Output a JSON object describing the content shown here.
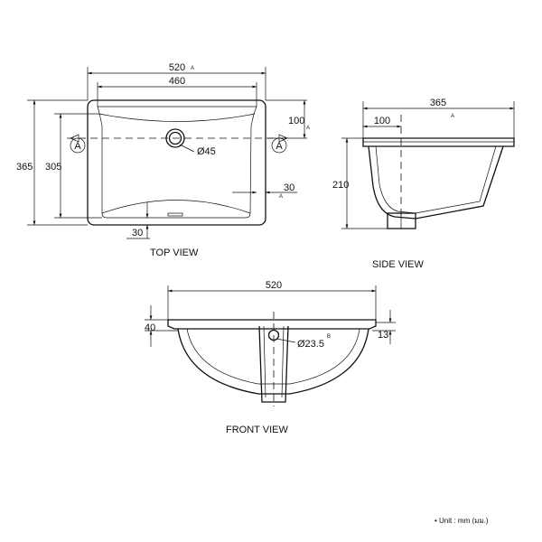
{
  "top_view": {
    "label": "TOP VIEW",
    "dim_width_outer": "520",
    "dim_width_outer_mark": "A",
    "dim_width_inner": "460",
    "dim_depth_outer": "365",
    "dim_depth_inner": "305",
    "dim_hole_offset": "100",
    "dim_hole_offset_mark": "A",
    "dim_drain_diameter": "Ø45",
    "dim_right_rim": "30",
    "dim_right_rim_mark": "A",
    "dim_bottom_rim": "30",
    "section_mark": "A"
  },
  "side_view": {
    "label": "SIDE VIEW",
    "dim_depth": "365",
    "dim_depth_mark": "A",
    "dim_offset": "100",
    "dim_height": "210"
  },
  "front_view": {
    "label": "FRONT VIEW",
    "dim_width": "520",
    "dim_rim_height": "40",
    "dim_overflow_diameter": "Ø23.5",
    "dim_overflow_mark": "B",
    "dim_overflow_height": "13"
  },
  "footer": {
    "unit_note": "• Unit : mm (มม.)"
  }
}
